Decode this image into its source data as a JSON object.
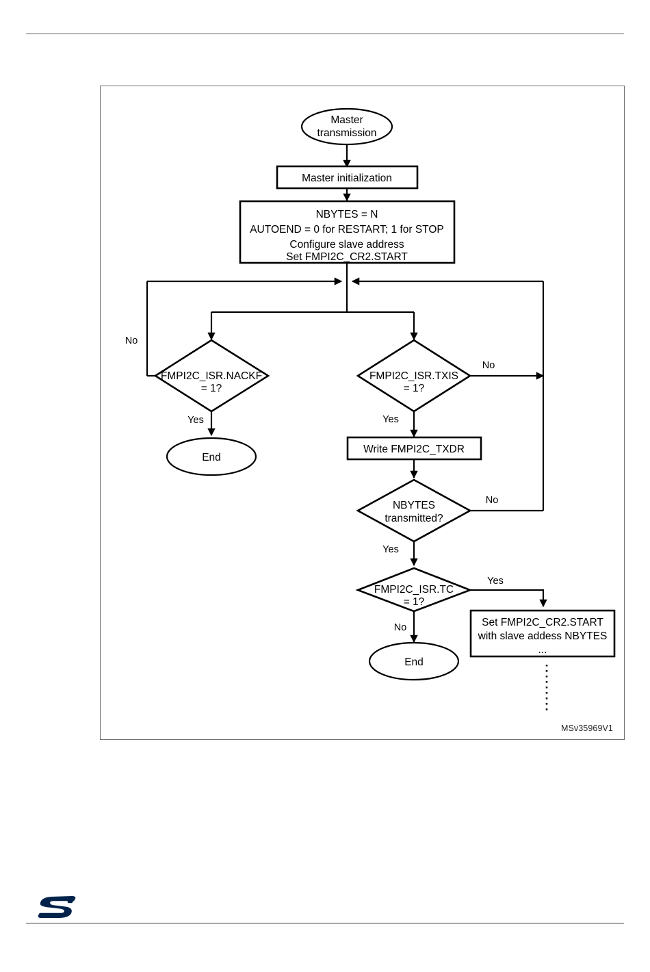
{
  "document": {
    "figure_id": "MSv35969V1",
    "logo_name": "st-logo"
  },
  "flowchart": {
    "title": "Master transmission flowchart",
    "nodes": {
      "start": {
        "label_line1": "Master",
        "label_line2": "transmission",
        "shape": "ellipse"
      },
      "init": {
        "label": "Master initialization",
        "shape": "rect"
      },
      "setup": {
        "line1": "NBYTES = N",
        "line2": "AUTOEND = 0 for RESTART; 1 for STOP",
        "line3": "Configure slave address",
        "line4": "Set FMPI2C_CR2.START",
        "shape": "rect"
      },
      "nackf": {
        "line1": "FMPI2C_ISR.NACKF",
        "line2": "= 1?",
        "shape": "diamond"
      },
      "txis": {
        "line1": "FMPI2C_ISR.TXIS",
        "line2": "= 1?",
        "shape": "diamond"
      },
      "end_left": {
        "label": "End",
        "shape": "ellipse"
      },
      "write_txdr": {
        "label": "Write FMPI2C_TXDR",
        "shape": "rect"
      },
      "nbytes_tx": {
        "line1": "NBYTES",
        "line2": "transmitted?",
        "shape": "diamond"
      },
      "tc": {
        "line1": "FMPI2C_ISR.TC",
        "line2": "= 1?",
        "shape": "diamond"
      },
      "end_right": {
        "label": "End",
        "shape": "ellipse"
      },
      "restart": {
        "line1": "Set FMPI2C_CR2.START",
        "line2": "with slave addess NBYTES",
        "line3": "...",
        "shape": "rect"
      }
    },
    "edge_labels": {
      "nackf_no": "No",
      "nackf_yes": "Yes",
      "txis_no": "No",
      "txis_yes": "Yes",
      "nbytes_no": "No",
      "nbytes_yes": "Yes",
      "tc_yes": "Yes",
      "tc_no": "No"
    },
    "colors": {
      "stroke": "#000000",
      "fill": "#ffffff",
      "frame": "#6b6b6d",
      "rule": "#58585a",
      "footer_rule": "#a6a8ab",
      "logo_blue": "#03234b"
    }
  }
}
